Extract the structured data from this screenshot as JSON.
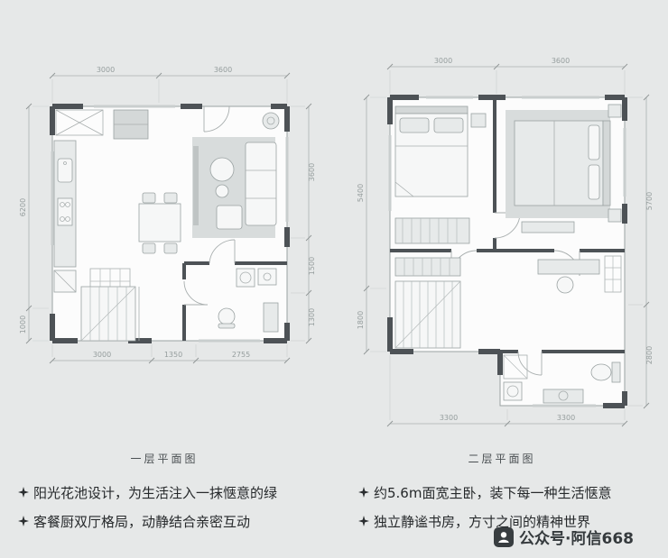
{
  "colors": {
    "background": "#e6e8e8",
    "wall": "#4d5256",
    "dim_text": "#959d9d"
  },
  "plan_first_floor": {
    "caption": "一层平面图",
    "dims": {
      "top": [
        "3000",
        "3600"
      ],
      "left": [
        "6200",
        "1000"
      ],
      "right": [
        "3600",
        "1500",
        "1300"
      ],
      "bottom": [
        "3000",
        "1350",
        "2755"
      ]
    }
  },
  "plan_second_floor": {
    "caption": "二层平面图",
    "dims": {
      "top": [
        "3000",
        "3600"
      ],
      "left": [
        "5400",
        "1800"
      ],
      "right": [
        "5700",
        "2800"
      ],
      "bottom": [
        "3300",
        "3300"
      ]
    }
  },
  "features": {
    "bullet_icon": "four-pointed-star",
    "left": [
      "阳光花池设计，为生活注入一抹惬意的绿",
      "客餐厨双厅格局，动静结合亲密互动"
    ],
    "right": [
      "约5.6m面宽主卧，装下每一种生活惬意",
      "独立静谧书房，方寸之间的精神世界"
    ]
  },
  "watermark": {
    "icon": "wechat-official-account",
    "text": "公众号·阿信668"
  }
}
